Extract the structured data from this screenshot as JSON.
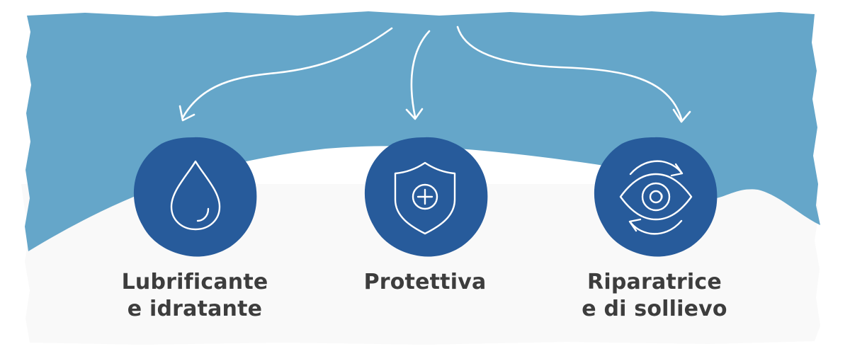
{
  "colors": {
    "band": "#65a6c9",
    "paper": "#f9f9f9",
    "badge": "#275b9b",
    "line": "#ffffff",
    "text": "#3d3d3d",
    "background": "#ffffff"
  },
  "features": [
    {
      "icon": "water-drop-icon",
      "lines": [
        "Lubrificante",
        "e idratante"
      ]
    },
    {
      "icon": "shield-plus-icon",
      "lines": [
        "Protettiva"
      ]
    },
    {
      "icon": "eye-refresh-icon",
      "lines": [
        "Riparatrice",
        "e di sollievo"
      ]
    }
  ]
}
